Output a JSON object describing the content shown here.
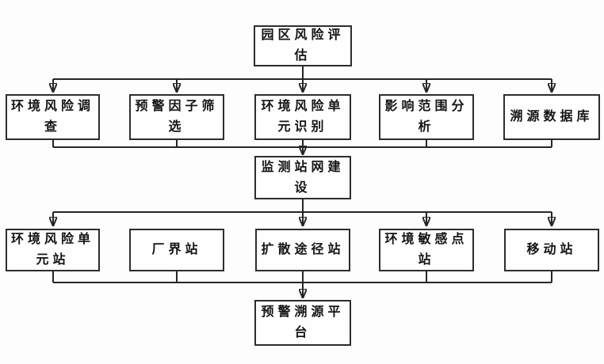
{
  "diagram": {
    "type": "flowchart",
    "colors": {
      "background": "#fdfdfd",
      "line": "#262626",
      "box_border": "#2d2d2d",
      "box_fill": "#fefefe",
      "text": "#141414"
    },
    "nodes": {
      "park_risk_assessment": {
        "label": "园区风险评估"
      },
      "env_risk_survey": {
        "label": "环境风险调查"
      },
      "warning_factor_screening": {
        "label": "预警因子筛选"
      },
      "env_risk_unit_identification": {
        "label": "环境风险单元识别"
      },
      "impact_scope_analysis": {
        "label": "影响范围分析"
      },
      "traceability_database": {
        "label": "溯源数据库"
      },
      "monitoring_station_network_construction": {
        "label": "监测站网建设"
      },
      "env_risk_unit_station": {
        "label": "环境风险单元站"
      },
      "factory_boundary_station": {
        "label": "厂界站"
      },
      "diffusion_path_station": {
        "label": "扩散途径站"
      },
      "env_sensitive_point_station": {
        "label": "环境敏感点站"
      },
      "mobile_station": {
        "label": "移动站"
      },
      "warning_traceability_platform": {
        "label": "预警溯源平台"
      }
    },
    "edges": [
      {
        "from": "park_risk_assessment",
        "to": "env_risk_survey"
      },
      {
        "from": "park_risk_assessment",
        "to": "warning_factor_screening"
      },
      {
        "from": "park_risk_assessment",
        "to": "env_risk_unit_identification"
      },
      {
        "from": "park_risk_assessment",
        "to": "impact_scope_analysis"
      },
      {
        "from": "park_risk_assessment",
        "to": "traceability_database"
      },
      {
        "from": "env_risk_survey",
        "to": "monitoring_station_network_construction"
      },
      {
        "from": "warning_factor_screening",
        "to": "monitoring_station_network_construction"
      },
      {
        "from": "env_risk_unit_identification",
        "to": "monitoring_station_network_construction"
      },
      {
        "from": "impact_scope_analysis",
        "to": "monitoring_station_network_construction"
      },
      {
        "from": "traceability_database",
        "to": "monitoring_station_network_construction"
      },
      {
        "from": "monitoring_station_network_construction",
        "to": "env_risk_unit_station"
      },
      {
        "from": "monitoring_station_network_construction",
        "to": "diffusion_path_station"
      },
      {
        "from": "monitoring_station_network_construction",
        "to": "env_sensitive_point_station"
      },
      {
        "from": "monitoring_station_network_construction",
        "to": "mobile_station"
      },
      {
        "from": "env_risk_unit_station",
        "to": "warning_traceability_platform"
      },
      {
        "from": "factory_boundary_station",
        "to": "warning_traceability_platform"
      },
      {
        "from": "diffusion_path_station",
        "to": "warning_traceability_platform"
      },
      {
        "from": "env_sensitive_point_station",
        "to": "warning_traceability_platform"
      },
      {
        "from": "mobile_station",
        "to": "warning_traceability_platform"
      }
    ]
  }
}
